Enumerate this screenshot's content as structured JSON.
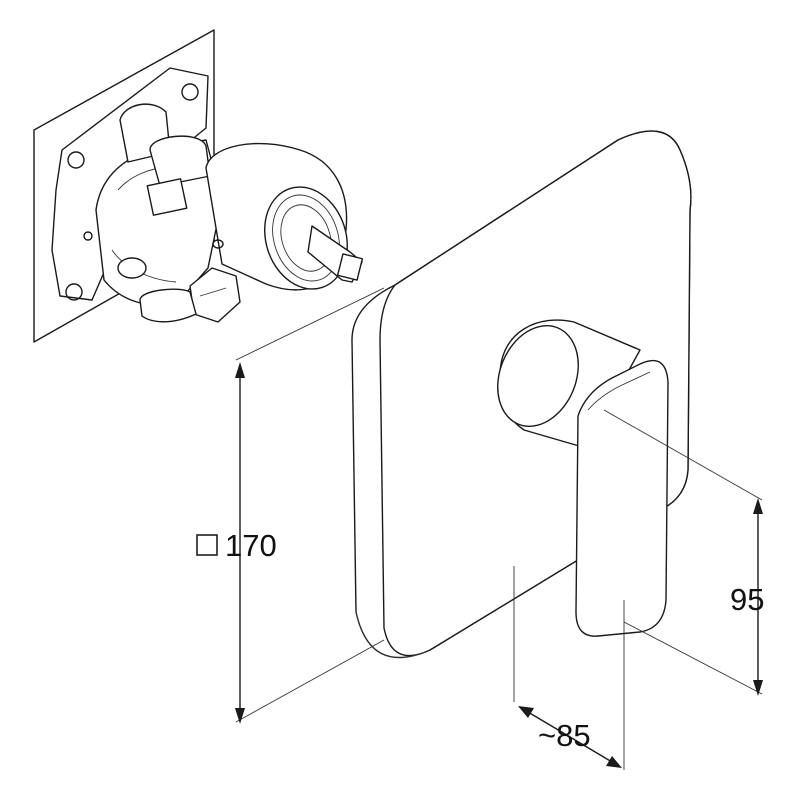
{
  "drawing": {
    "dimensions": {
      "plate_size": {
        "symbol": "square-symbol",
        "value": "170"
      },
      "lever_height": {
        "value": "95"
      },
      "lever_projection": {
        "value": "~85"
      }
    },
    "colors": {
      "line": "#1a1a1a",
      "background": "#ffffff"
    }
  }
}
